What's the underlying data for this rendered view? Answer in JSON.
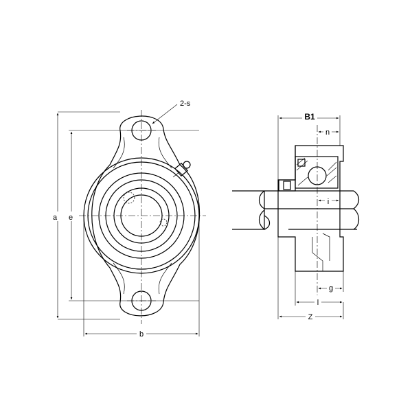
{
  "front_view": {
    "labels": {
      "a": "a",
      "e": "e",
      "b": "b",
      "two_s": "2-s"
    }
  },
  "side_view": {
    "labels": {
      "B1": "B1",
      "n": "n",
      "i": "i",
      "g": "g",
      "l": "l",
      "Z": "Z"
    }
  }
}
